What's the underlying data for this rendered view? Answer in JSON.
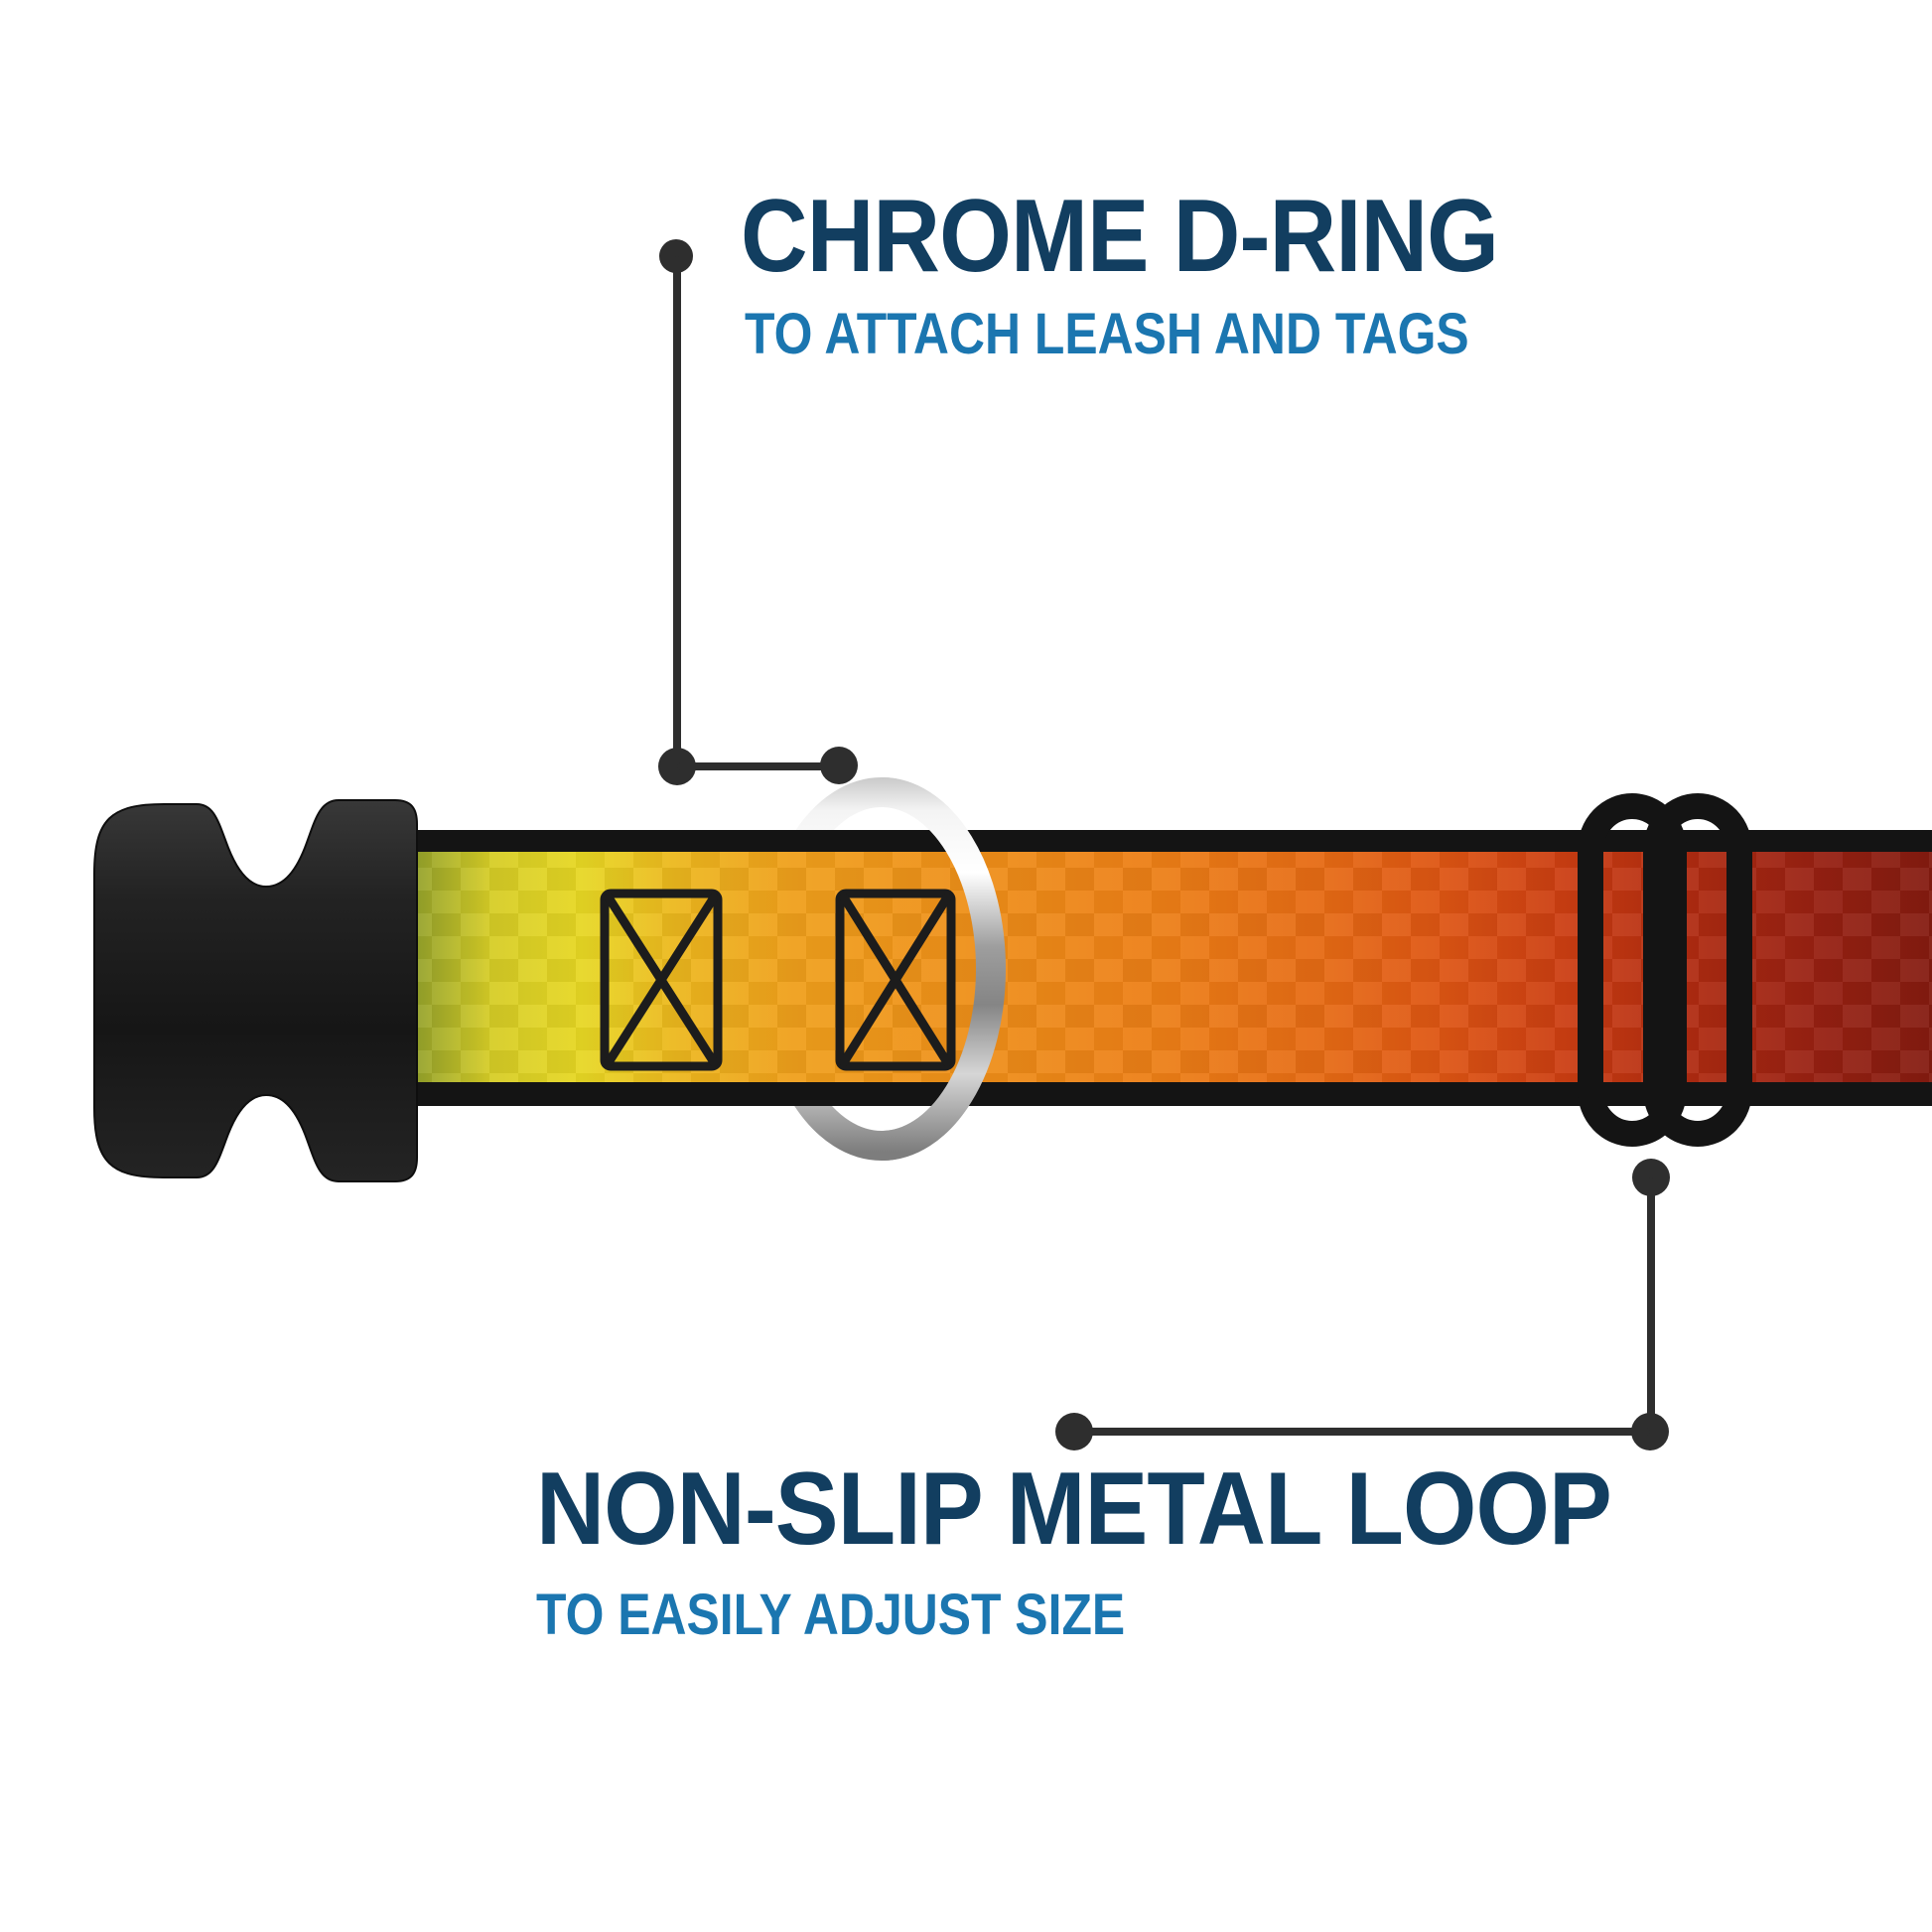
{
  "background": "#ffffff",
  "callouts": {
    "d_ring": {
      "title": "CHROME D-RING",
      "subtitle": "TO ATTACH LEASH AND TAGS"
    },
    "metal_loop": {
      "title": "NON-SLIP METAL LOOP",
      "subtitle": "TO EASILY ADJUST SIZE"
    }
  },
  "colors": {
    "titleColor": "#123e60",
    "subtitleColor": "#1b76b0",
    "calloutColor": "#2e2e2e",
    "buckleColor": "#1f1f1f",
    "sliderColor": "#141414",
    "stitchColor": "#1c1c1c",
    "webbingEdgeColor": "#141414",
    "webbingGradient": [
      "#93a12b",
      "#d6cd26",
      "#e7d723",
      "#ecb81e",
      "#ef9f1b",
      "#ee8d18",
      "#ec7d16",
      "#e66a14",
      "#dd5413",
      "#cb3d12",
      "#b02b11",
      "#992112",
      "#841b10"
    ],
    "chromeLight": "#ffffff",
    "chromeDark": "#8c8c8c"
  },
  "parts": {
    "buckle": "black side-release buckle",
    "webbing": "sunset gradient webbing strap",
    "d_ring": "chrome d-ring",
    "slider": "black non-slip metal loop slider",
    "stitching": "box-x stitching"
  }
}
